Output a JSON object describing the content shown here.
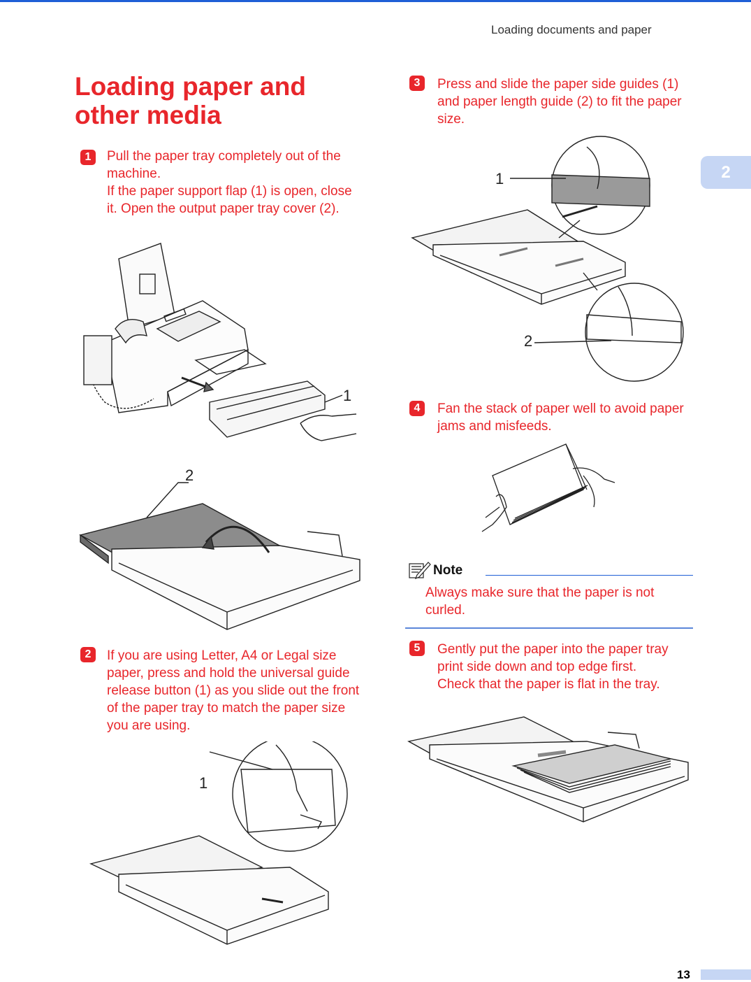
{
  "header": {
    "running_title": "Loading documents and paper"
  },
  "chapter_tab": {
    "number": "2"
  },
  "title": "Loading paper and other media",
  "steps": [
    {
      "number": "1",
      "lines": [
        "Pull the paper tray completely out of the machine.",
        "If the paper support flap (1) is open, close it. Open the output paper tray cover (2)."
      ]
    },
    {
      "number": "2",
      "lines": [
        "If you are using Letter, A4 or Legal size paper, press and hold the universal guide release button (1) as you slide out the front of the paper tray to match the paper size you are using."
      ]
    },
    {
      "number": "3",
      "lines": [
        "Press and slide the paper side guides (1) and paper length guide (2) to fit the paper size."
      ]
    },
    {
      "number": "4",
      "lines": [
        "Fan the stack of paper well to avoid paper jams and misfeeds."
      ]
    },
    {
      "number": "5",
      "lines": [
        "Gently put the paper into the paper tray print side down and top edge first.",
        "Check that the paper is flat in the tray."
      ]
    }
  ],
  "figures": {
    "fig1": {
      "callout_1": "1"
    },
    "fig2": {
      "callout_2": "2"
    },
    "fig3": {
      "callout_1": "1"
    },
    "fig4": {
      "callout_1": "1",
      "callout_2": "2"
    }
  },
  "note": {
    "label": "Note",
    "text": "Always make sure that the paper is not curled."
  },
  "footer": {
    "page_number": "13"
  },
  "colors": {
    "accent_red": "#e8262b",
    "accent_blue": "#1f5fd6",
    "tab_blue": "#c6d6f4"
  }
}
